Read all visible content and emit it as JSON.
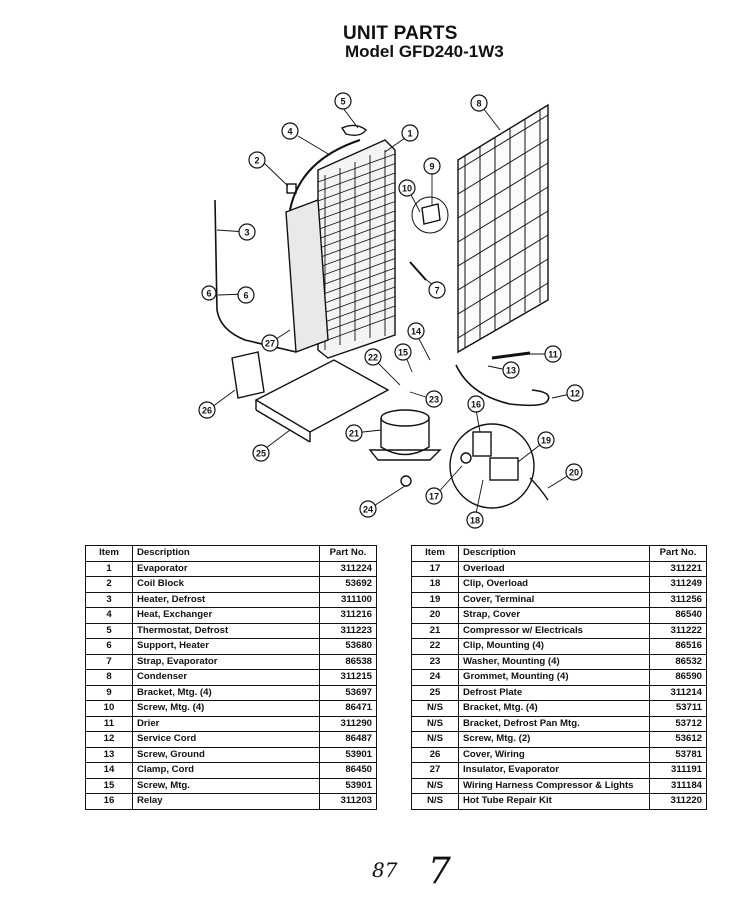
{
  "header": {
    "title": "UNIT PARTS",
    "model": "Model GFD240-1W3"
  },
  "tables": {
    "columns": {
      "item": "Item",
      "description": "Description",
      "part_no": "Part No."
    },
    "left_rows": [
      {
        "item": "1",
        "description": "Evaporator",
        "part_no": "311224"
      },
      {
        "item": "2",
        "description": "Coil Block",
        "part_no": "53692"
      },
      {
        "item": "3",
        "description": "Heater, Defrost",
        "part_no": "311100"
      },
      {
        "item": "4",
        "description": "Heat, Exchanger",
        "part_no": "311216"
      },
      {
        "item": "5",
        "description": "Thermostat, Defrost",
        "part_no": "311223"
      },
      {
        "item": "6",
        "description": "Support, Heater",
        "part_no": "53680"
      },
      {
        "item": "7",
        "description": "Strap, Evaporator",
        "part_no": "86538"
      },
      {
        "item": "8",
        "description": "Condenser",
        "part_no": "311215"
      },
      {
        "item": "9",
        "description": "Bracket, Mtg. (4)",
        "part_no": "53697"
      },
      {
        "item": "10",
        "description": "Screw, Mtg. (4)",
        "part_no": "86471"
      },
      {
        "item": "11",
        "description": "Drier",
        "part_no": "311290"
      },
      {
        "item": "12",
        "description": "Service Cord",
        "part_no": "86487"
      },
      {
        "item": "13",
        "description": "Screw, Ground",
        "part_no": "53901"
      },
      {
        "item": "14",
        "description": "Clamp, Cord",
        "part_no": "86450"
      },
      {
        "item": "15",
        "description": "Screw, Mtg.",
        "part_no": "53901"
      },
      {
        "item": "16",
        "description": "Relay",
        "part_no": "311203"
      }
    ],
    "right_rows": [
      {
        "item": "17",
        "description": "Overload",
        "part_no": "311221"
      },
      {
        "item": "18",
        "description": "Clip, Overload",
        "part_no": "311249"
      },
      {
        "item": "19",
        "description": "Cover, Terminal",
        "part_no": "311256"
      },
      {
        "item": "20",
        "description": "Strap, Cover",
        "part_no": "86540"
      },
      {
        "item": "21",
        "description": "Compressor w/ Electricals",
        "part_no": "311222"
      },
      {
        "item": "22",
        "description": "Clip, Mounting (4)",
        "part_no": "86516"
      },
      {
        "item": "23",
        "description": "Washer, Mounting (4)",
        "part_no": "86532"
      },
      {
        "item": "24",
        "description": "Grommet, Mounting (4)",
        "part_no": "86590"
      },
      {
        "item": "25",
        "description": "Defrost Plate",
        "part_no": "311214"
      },
      {
        "item": "N/S",
        "description": "Bracket, Mtg. (4)",
        "part_no": "53711"
      },
      {
        "item": "N/S",
        "description": "Bracket, Defrost Pan Mtg.",
        "part_no": "53712"
      },
      {
        "item": "N/S",
        "description": "Screw, Mtg. (2)",
        "part_no": "53612"
      },
      {
        "item": "26",
        "description": "Cover, Wiring",
        "part_no": "53781"
      },
      {
        "item": "27",
        "description": "Insulator, Evaporator",
        "part_no": "311191"
      },
      {
        "item": "N/S",
        "description": "Wiring Harness Compressor & Lights",
        "part_no": "311184"
      },
      {
        "item": "N/S",
        "description": "Hot Tube Repair Kit",
        "part_no": "311220"
      }
    ]
  },
  "diagram": {
    "callouts": [
      "1",
      "2",
      "3",
      "4",
      "5",
      "6",
      "7",
      "8",
      "9",
      "10",
      "11",
      "12",
      "13",
      "14",
      "15",
      "16",
      "17",
      "18",
      "19",
      "20",
      "21",
      "22",
      "23",
      "24",
      "25",
      "26",
      "27"
    ]
  },
  "footer": {
    "page_mark_a": "87",
    "page_mark_b": "7"
  }
}
